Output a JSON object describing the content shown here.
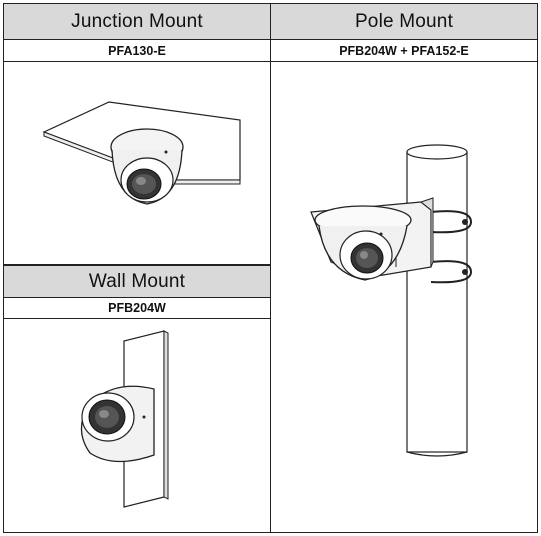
{
  "junction": {
    "title": "Junction Mount",
    "model": "PFA130-E"
  },
  "pole": {
    "title": "Pole Mount",
    "model": "PFB204W + PFA152-E"
  },
  "wall": {
    "title": "Wall Mount",
    "model": "PFB204W"
  }
}
